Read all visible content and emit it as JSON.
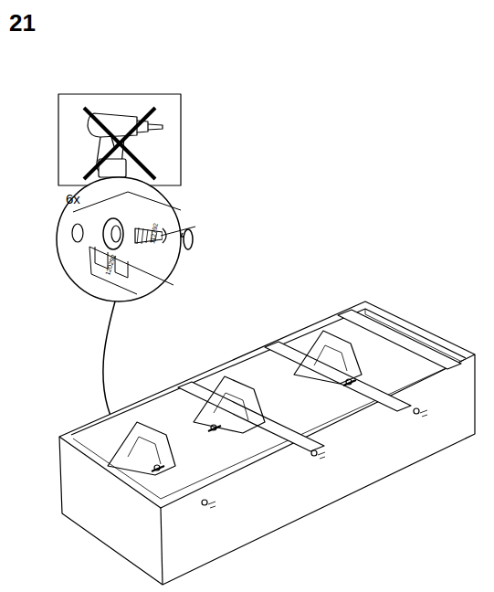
{
  "diagram": {
    "title": "21",
    "labels": [
      "6x",
      "112792",
      "120292"
    ]
  }
}
